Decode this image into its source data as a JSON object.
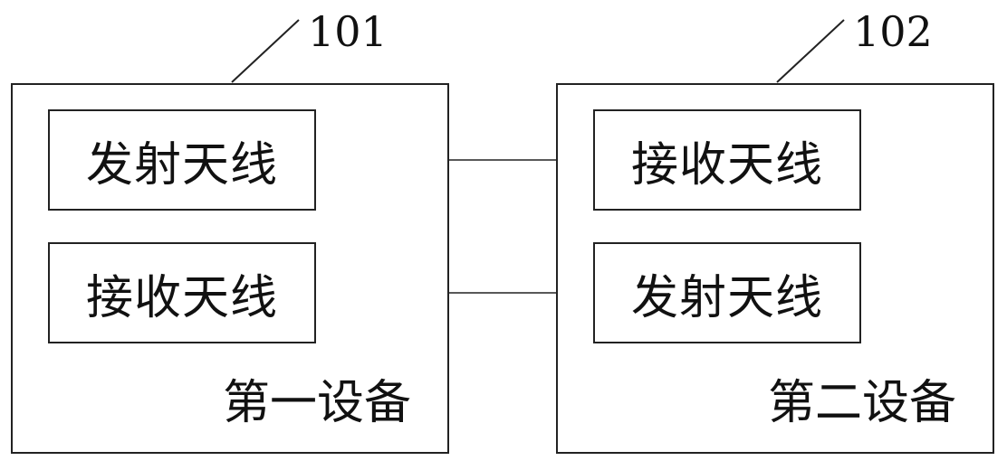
{
  "device_1": {
    "ref": "101",
    "label": "第一设备",
    "antenna_top": "发射天线",
    "antenna_bottom": "接收天线"
  },
  "device_2": {
    "ref": "102",
    "label": "第二设备",
    "antenna_top": "接收天线",
    "antenna_bottom": "发射天线"
  },
  "colors": {
    "line": "#222222",
    "text": "#111111"
  }
}
